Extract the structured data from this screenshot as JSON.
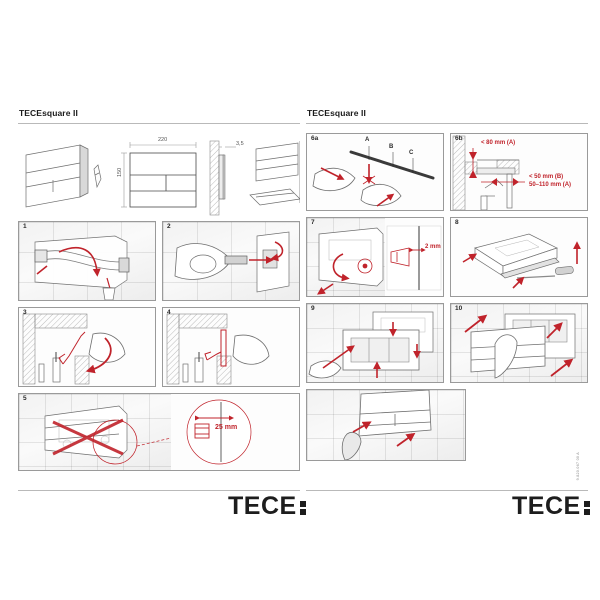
{
  "document": {
    "left_column_title": "TECEsquare II",
    "right_column_title": "TECEsquare II",
    "brand": "TECE",
    "doc_code": "9.820.067 00 A"
  },
  "overview": {
    "dimensions": {
      "width_mm": "220",
      "height_mm": "150",
      "thickness_mm": "3,5"
    }
  },
  "steps": {
    "left": [
      {
        "num": "1",
        "caption": ""
      },
      {
        "num": "2",
        "caption": ""
      },
      {
        "num": "3",
        "caption": ""
      },
      {
        "num": "4",
        "caption": ""
      },
      {
        "num": "5",
        "caption": "",
        "detail_label": "25 mm"
      }
    ],
    "right": [
      {
        "num": "6a",
        "labels": [
          "A",
          "B",
          "C"
        ]
      },
      {
        "num": "6b",
        "labels": [
          "< 80 mm (A)",
          "< 50 mm (B)\n50–110 mm (A)"
        ]
      },
      {
        "num": "7",
        "detail_label": "2 mm"
      },
      {
        "num": "8"
      },
      {
        "num": "9"
      },
      {
        "num": "10"
      },
      {
        "num": ""
      }
    ]
  },
  "colors": {
    "accent_red": "#c0232b",
    "line_gray": "#9a9a9a",
    "text_dark": "#1a1a1a",
    "wall_hatch": "#8e8e8e"
  }
}
